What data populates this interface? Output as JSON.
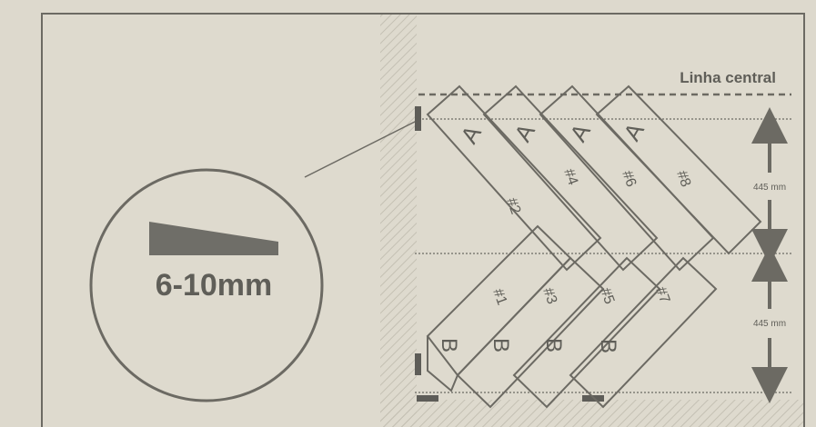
{
  "colors": {
    "background": "#ddd9cd",
    "panel": "#dedace",
    "stroke": "#6c6a63",
    "wedge": "#6f6e68",
    "hatch": "#c9c5b8",
    "text": "#5f5e58"
  },
  "inset": {
    "gap_label": "6-10mm"
  },
  "centerline_label": "Linha central",
  "dimensions": {
    "upper": "445 mm",
    "lower": "445 mm"
  },
  "boards_a": [
    {
      "letter": "A",
      "number": "#2"
    },
    {
      "letter": "A",
      "number": "#4"
    },
    {
      "letter": "A",
      "number": "#6"
    },
    {
      "letter": "A",
      "number": "#8"
    }
  ],
  "boards_b": [
    {
      "letter": "B",
      "number": "#1"
    },
    {
      "letter": "B",
      "number": "#3"
    },
    {
      "letter": "B",
      "number": "#5"
    },
    {
      "letter": "B",
      "number": "#7"
    }
  ]
}
